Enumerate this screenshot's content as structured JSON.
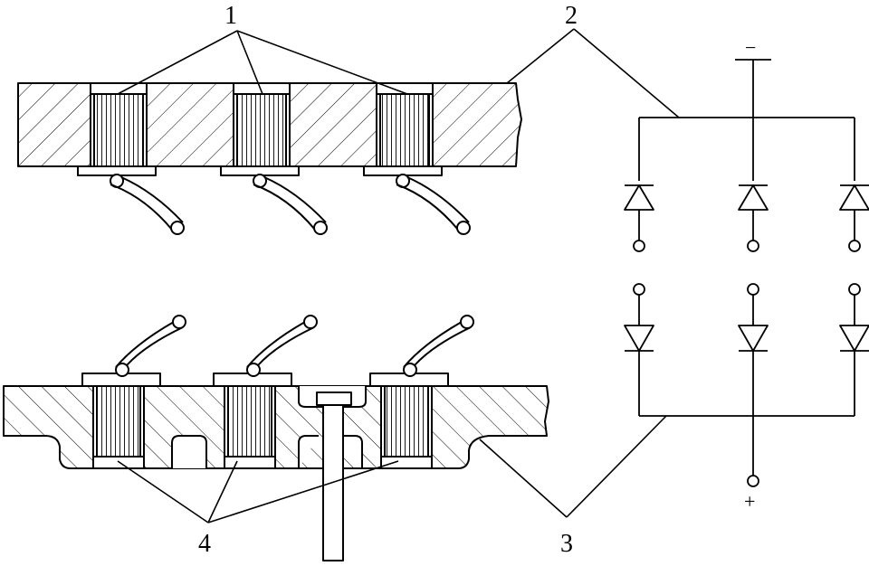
{
  "labels": {
    "label_1": "1",
    "label_2": "2",
    "label_3": "3",
    "label_4": "4"
  },
  "terminals": {
    "negative": "−",
    "positive": "+"
  },
  "colors": {
    "ink": "#000000",
    "background": "#ffffff"
  }
}
